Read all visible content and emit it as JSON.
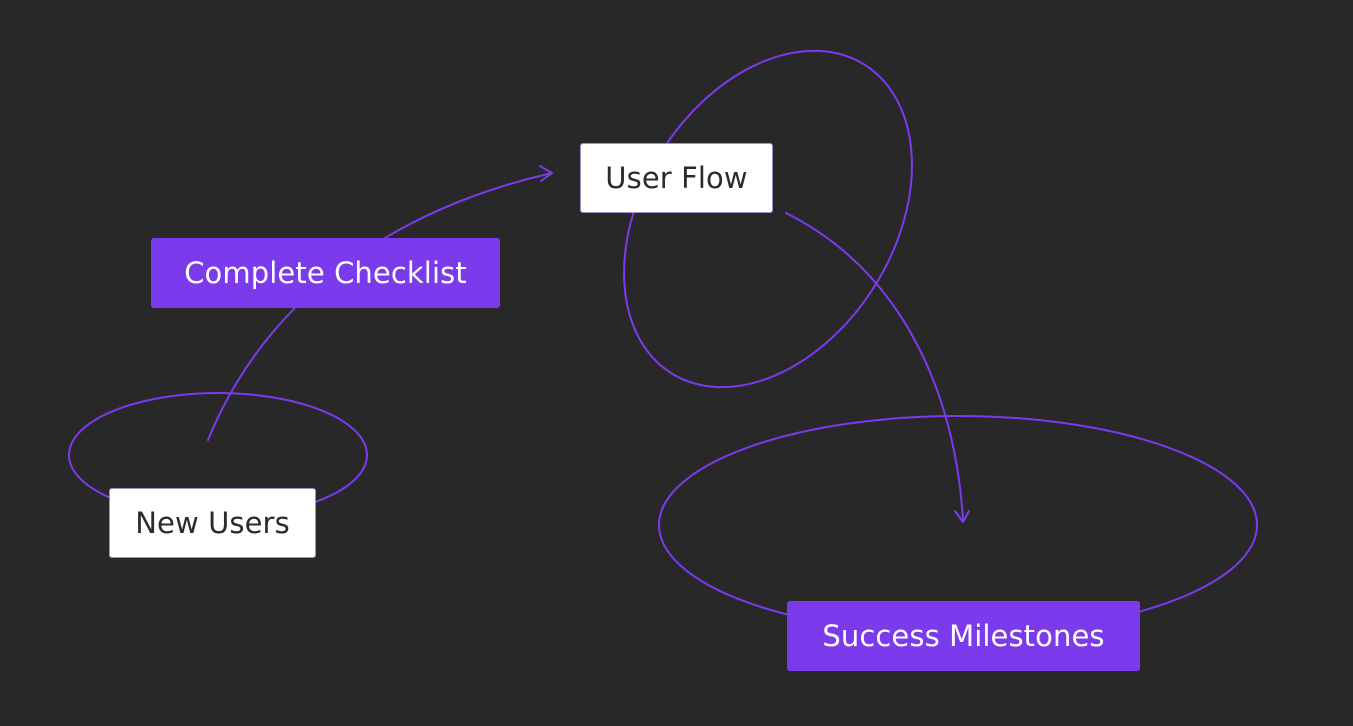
{
  "diagram": {
    "stroke_color": "#7c3aed",
    "background_color": "#282828",
    "nodes": {
      "user_flow": "User Flow",
      "complete_checklist": "Complete Checklist",
      "new_users": "New Users",
      "success_milestones": "Success Milestones"
    }
  }
}
